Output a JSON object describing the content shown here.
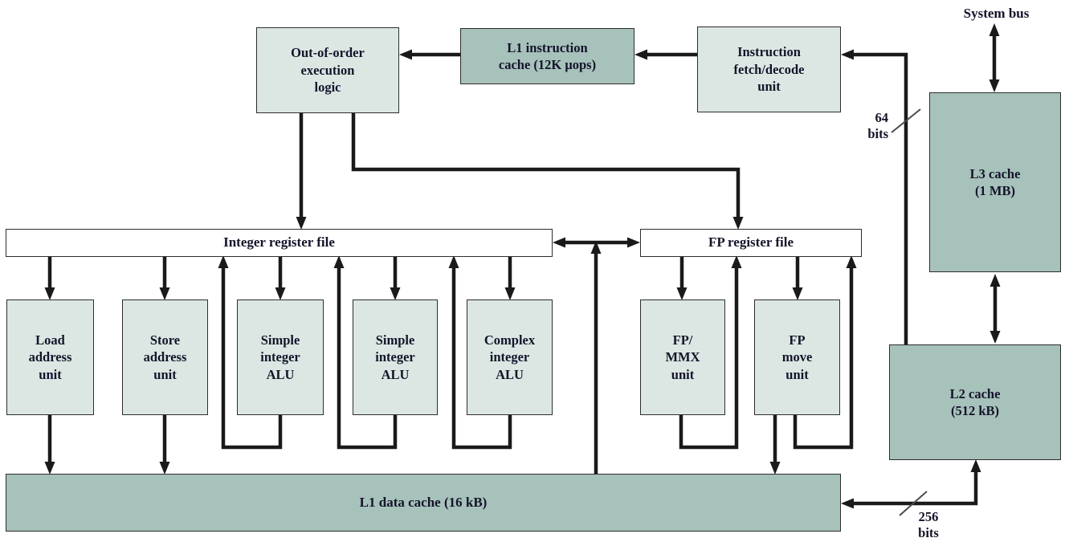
{
  "colors": {
    "box_light": "#dce7e3",
    "box_dark": "#a7c1bb",
    "line": "#1a1a1a",
    "text": "#14142a"
  },
  "boxes": {
    "ooo_logic": {
      "label": "Out-of-order\nexecution\nlogic"
    },
    "l1_icache": {
      "label": "L1 instruction\ncache (12K μops)"
    },
    "fetch_decode": {
      "label": "Instruction\nfetch/decode\nunit"
    },
    "l3_cache": {
      "label": "L3 cache\n(1 MB)"
    },
    "l2_cache": {
      "label": "L2 cache\n(512 kB)"
    },
    "int_regfile": {
      "label": "Integer register file"
    },
    "fp_regfile": {
      "label": "FP register file"
    },
    "load_addr": {
      "label": "Load\naddress\nunit"
    },
    "store_addr": {
      "label": "Store\naddress\nunit"
    },
    "simple_alu_1": {
      "label": "Simple\ninteger\nALU"
    },
    "simple_alu_2": {
      "label": "Simple\ninteger\nALU"
    },
    "complex_alu": {
      "label": "Complex\ninteger\nALU"
    },
    "fp_mmx": {
      "label": "FP/\nMMX\nunit"
    },
    "fp_move": {
      "label": "FP\nmove\nunit"
    },
    "l1_dcache": {
      "label": "L1 data cache (16 kB)"
    }
  },
  "labels": {
    "system_bus": "System bus",
    "bus_64": "64\nbits",
    "bus_256": "256\nbits"
  }
}
